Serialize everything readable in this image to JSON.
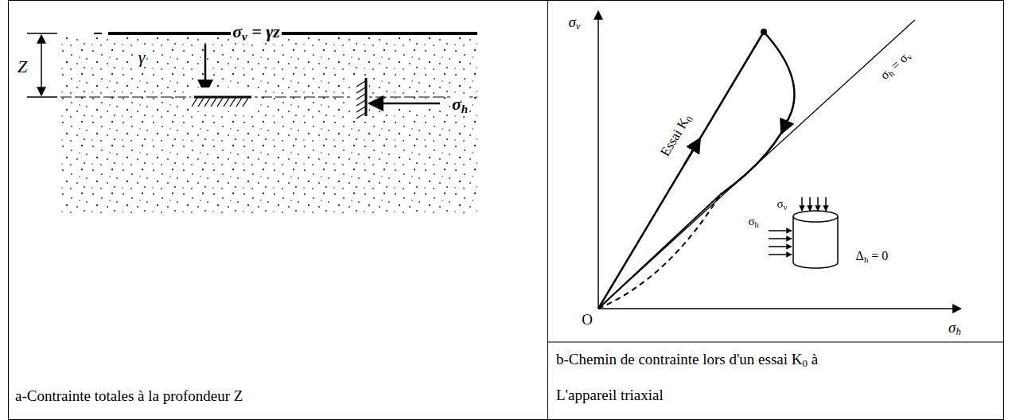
{
  "diagram": {
    "nodes": [
      {
        "text": [
          "a-Contrainte totales à la profondeur Z"
        ]
      },
      {
        "text": [
          "b-Chemin de contrainte lors d'un essai K0 à L'appareil triaxial"
        ]
      }
    ],
    "labels": [
      "Z",
      "γ",
      "σv = γz",
      "σh",
      "σv",
      "Essai K0",
      "σh = σv",
      "σv",
      "σh",
      "Δh = 0",
      "O",
      "σh"
    ]
  }
}
